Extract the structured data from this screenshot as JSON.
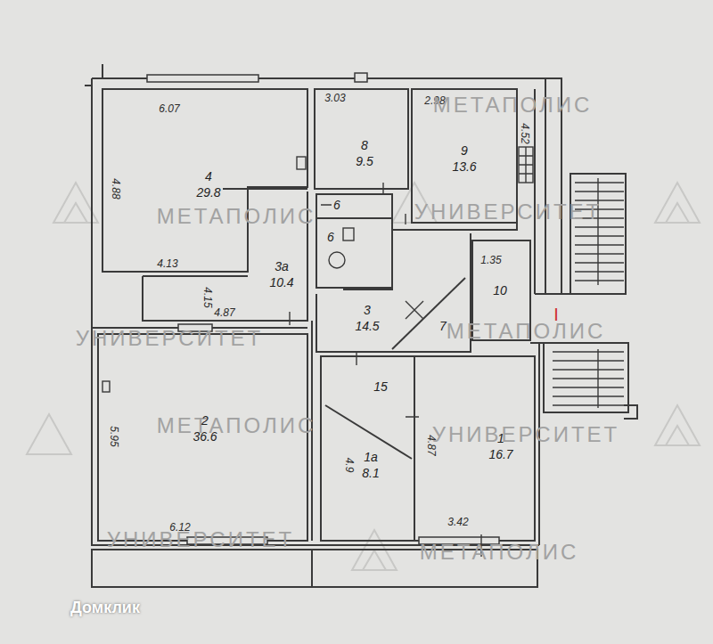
{
  "diagram": {
    "nodes": [
      {
        "text": [
          "4",
          "29.8"
        ]
      },
      {
        "text": [
          "8",
          "9.5"
        ]
      },
      {
        "text": [
          "9",
          "13.6"
        ]
      },
      {
        "text": [
          "6"
        ]
      },
      {
        "text": [
          "6"
        ]
      },
      {
        "text": [
          "3а",
          "10.4"
        ]
      },
      {
        "text": [
          "10"
        ]
      },
      {
        "text": [
          "3",
          "14.5"
        ]
      },
      {
        "text": [
          "7"
        ]
      },
      {
        "text": [
          "2",
          "36.6"
        ]
      },
      {
        "text": [
          "15"
        ]
      },
      {
        "text": [
          "1а",
          "8.1"
        ]
      },
      {
        "text": [
          "1",
          "16.7"
        ]
      }
    ],
    "labels": [
      "6.07",
      "4.88",
      "4.13",
      "3.03",
      "2.98",
      "4.52",
      "4.15",
      "4.87",
      "1.35",
      "5.95",
      "6.12",
      "4.9",
      "4.87",
      "3.42",
      "I",
      "МЕТАПОЛИС",
      "МЕТАПОЛИС",
      "УНИВЕРСИТЕТ",
      "УНИВЕРСИТЕТ",
      "МЕТАПОЛИС",
      "МЕТАПОЛИС",
      "УНИВЕРСИТЕТ",
      "УНИВЕРСИТЕТ",
      "МЕТАПОЛИС",
      "Домклик"
    ]
  }
}
